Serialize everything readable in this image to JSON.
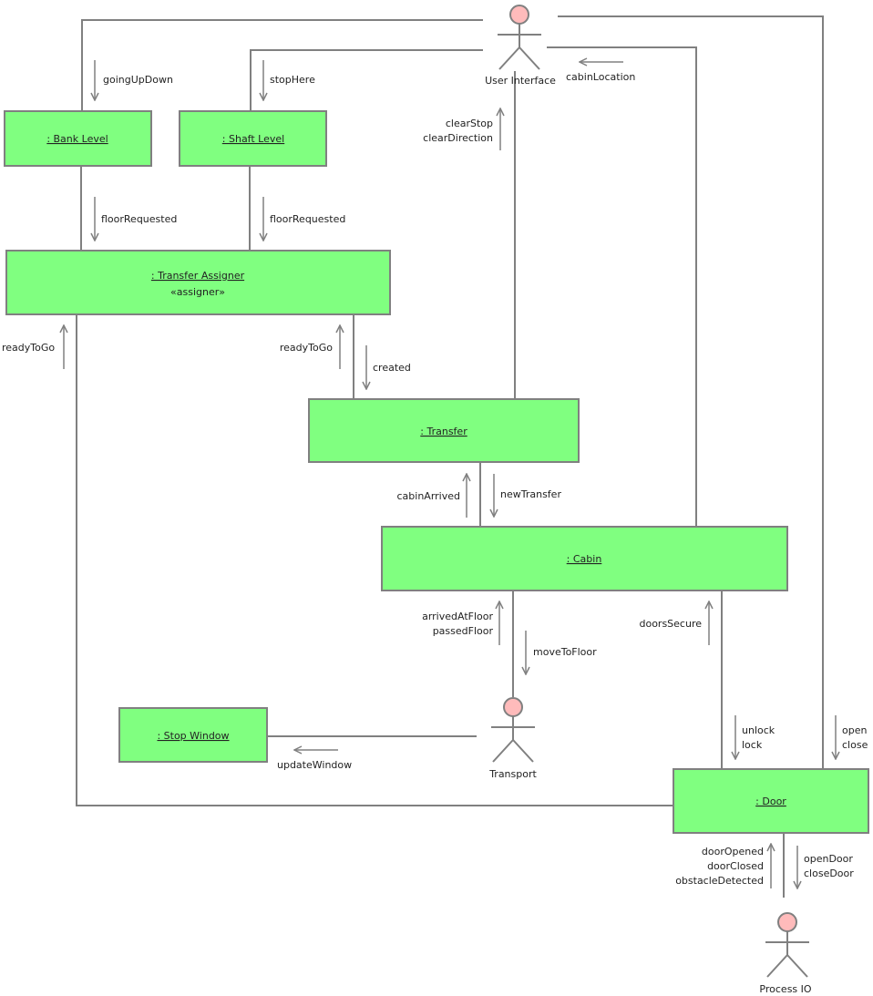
{
  "colors": {
    "object_fill": "#80ff80",
    "line": "#808080",
    "actor_head": "#ffbbbb"
  },
  "actors": {
    "user_interface": "User Interface",
    "transport": "Transport",
    "process_io": "Process IO"
  },
  "objects": {
    "bank_level": ": Bank Level",
    "shaft_level": ": Shaft Level",
    "transfer_assigner": ": Transfer Assigner",
    "transfer_assigner_stereotype": "«assigner»",
    "transfer": ": Transfer",
    "cabin": ": Cabin",
    "stop_window": ": Stop Window",
    "door": ": Door"
  },
  "messages": {
    "going_up_down": "goingUpDown",
    "stop_here": "stopHere",
    "cabin_location": "cabinLocation",
    "clear_stop": "clearStop",
    "clear_direction": "clearDirection",
    "floor_requested_bank": "floorRequested",
    "floor_requested_shaft": "floorRequested",
    "ready_to_go_left": "readyToGo",
    "ready_to_go_right": "readyToGo",
    "created": "created",
    "cabin_arrived": "cabinArrived",
    "new_transfer": "newTransfer",
    "arrived_at_floor": "arrivedAtFloor",
    "passed_floor": "passedFloor",
    "move_to_floor": "moveToFloor",
    "doors_secure": "doorsSecure",
    "update_window": "updateWindow",
    "unlock": "unlock",
    "lock": "lock",
    "open": "open",
    "close": "close",
    "door_opened": "doorOpened",
    "door_closed": "doorClosed",
    "obstacle_detected": "obstacleDetected",
    "open_door": "openDoor",
    "close_door": "closeDoor"
  }
}
